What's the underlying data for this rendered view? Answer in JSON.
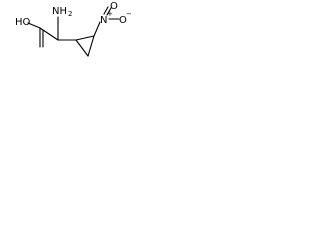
{
  "molecule": {
    "atoms": {
      "oh": "HO",
      "nh2": "NH",
      "nh2_subscript": "2",
      "nitro_n": "N",
      "nitro_n_charge": "+",
      "nitro_o_top": "O",
      "nitro_o_right": "O",
      "nitro_o_right_charge": "−"
    }
  }
}
